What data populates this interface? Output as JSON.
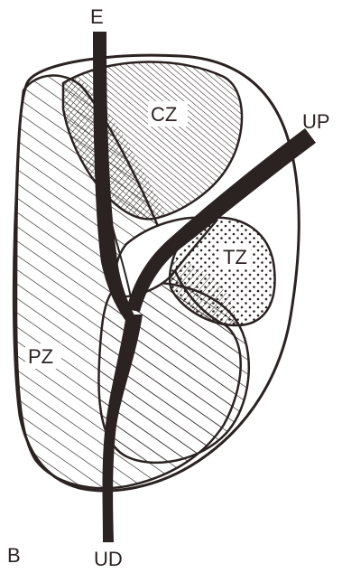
{
  "figure": {
    "panel_letter": "B"
  },
  "labels": {
    "central_zone": "CZ",
    "peripheral_zone": "PZ",
    "transition_zone": "TZ",
    "ejaculatory_duct": "E",
    "proximal_urethra": "UP",
    "distal_urethra": "UD"
  },
  "colors": {
    "ink": "#2b2222",
    "background": "#ffffff"
  }
}
